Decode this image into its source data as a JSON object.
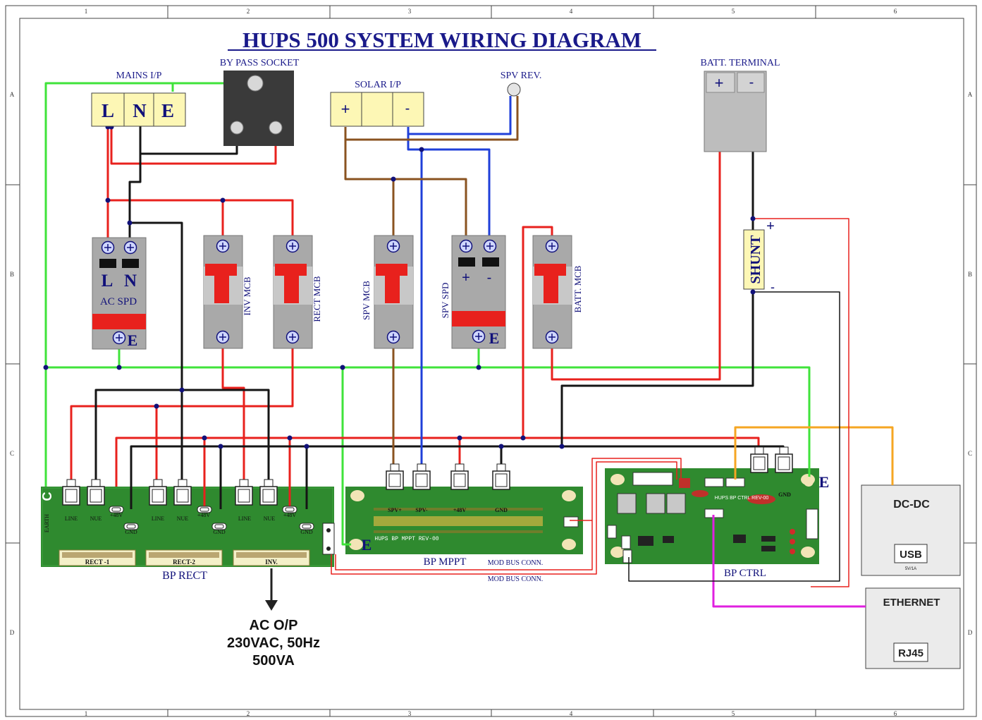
{
  "title": "HUPS 500 SYSTEM WIRING DIAGRAM",
  "frame": {
    "col_labels": [
      "1",
      "2",
      "3",
      "4",
      "5",
      "6"
    ],
    "row_labels": [
      "A",
      "B",
      "C",
      "D"
    ]
  },
  "mains_ip": {
    "label": "MAINS I/P",
    "terminals": [
      "L",
      "N",
      "E"
    ]
  },
  "bypass_socket": {
    "label": "BY PASS SOCKET"
  },
  "solar_ip": {
    "label": "SOLAR I/P",
    "plus": "+",
    "minus": "-"
  },
  "spv_rev": {
    "label": "SPV REV."
  },
  "batt_terminal": {
    "label": "BATT. TERMINAL",
    "plus": "+",
    "minus": "-"
  },
  "shunt": {
    "label": "SHUNT",
    "plus": "+",
    "minus": "-"
  },
  "ac_spd": {
    "label": "AC SPD",
    "l": "L",
    "n": "N",
    "e": "E"
  },
  "inv_mcb": {
    "label": "INV MCB"
  },
  "rect_mcb": {
    "label": "RECT  MCB"
  },
  "spv_mcb": {
    "label": "SPV MCB"
  },
  "spv_spd": {
    "label": "SPV SPD",
    "plus": "+",
    "minus": "-",
    "e": "E"
  },
  "batt_mcb": {
    "label": "BATT. MCB"
  },
  "bp_rect": {
    "label": "BP RECT",
    "earth": "EARTH",
    "earth_mark": "C",
    "terminals": [
      "LINE",
      "NUE",
      "+48V",
      "GND",
      "LINE",
      "NUE",
      "+48V",
      "GND",
      "LINE",
      "NUE",
      "+48V",
      "GND"
    ],
    "slots": [
      "RECT -1",
      "RECT-2",
      "INV."
    ]
  },
  "bp_mppt": {
    "label": "BP MPPT",
    "board_text": "HUPS BP MPPT REV-00",
    "terminals": [
      "SPV+",
      "SPV-",
      "+48V",
      "GND"
    ],
    "e": "E"
  },
  "bp_ctrl": {
    "label": "BP CTRL",
    "board_text": "HUPS BP CTRL REV-00",
    "gnd": "GND",
    "e": "E"
  },
  "mod_bus": {
    "label1": "MOD BUS CONN.",
    "label2": "MOD BUS CONN."
  },
  "dcdc": {
    "label": "DC-DC",
    "usb": "USB",
    "usb_rating": "5V/1A"
  },
  "ethernet": {
    "label": "ETHERNET",
    "rj45": "RJ45"
  },
  "ac_op": {
    "line1": "AC O/P",
    "line2": "230VAC, 50Hz",
    "line3": "500VA"
  },
  "colors": {
    "red": "#e8211d",
    "black": "#151515",
    "green": "#3fe33a",
    "blue": "#1f3fd9",
    "brown": "#8a5320",
    "orange": "#f5a623",
    "magenta": "#e020e0",
    "pcb": "#2f8a2f",
    "navy": "#11117a"
  }
}
